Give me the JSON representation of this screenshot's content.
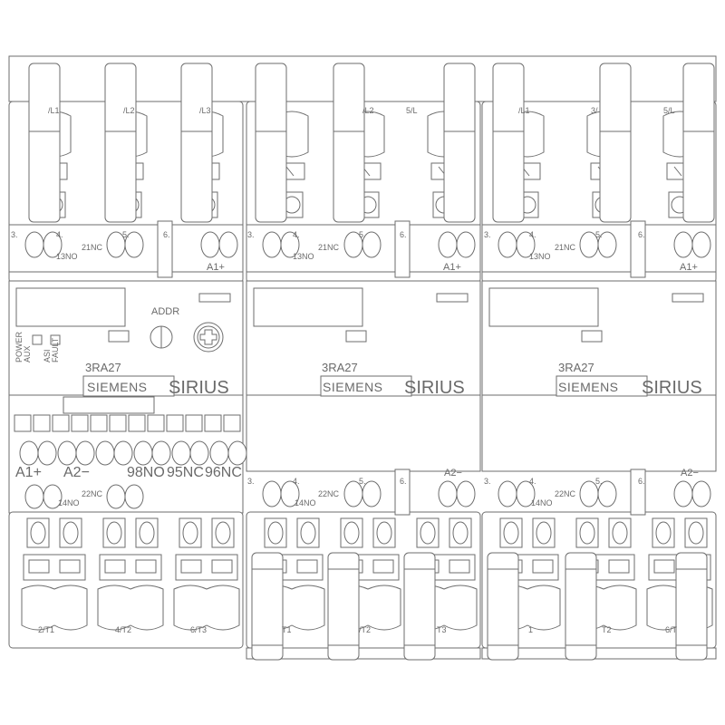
{
  "model": "3RA27",
  "brand": "SIEMENS",
  "series": "SIRIUS",
  "controls": {
    "addr": "ADDR"
  },
  "leds": {
    "power": "POWER",
    "aux": "AUX",
    "asi": "ASI",
    "fault": "FAULT"
  },
  "top_terminals": {
    "m1": [
      "/L1",
      "/L2",
      "/L3"
    ],
    "m2": [
      "/L2",
      "5/L"
    ],
    "m3": [
      "/L1",
      "3/",
      "5/L"
    ]
  },
  "aux_top": {
    "t3": "3.",
    "t4": "4.",
    "nc": "21NC",
    "no": "13NO",
    "t5": "5.",
    "t6": "6.",
    "coil": "A1+"
  },
  "aux_bottom": {
    "t3": "3.",
    "t4": "4.",
    "nc": "22NC",
    "no": "14NO",
    "t5": "5.",
    "t6": "6.",
    "coil": "A2−"
  },
  "control_terminals": [
    "A1+",
    "A2−",
    "98NO",
    "95NC",
    "96NC"
  ],
  "bottom_terminals": {
    "m1": [
      "2/T1",
      "4/T2",
      "6/T3"
    ],
    "m2": [
      "T1",
      "/T2",
      "T3"
    ],
    "m3": [
      "1",
      "T2",
      "6/T"
    ]
  },
  "colors": {
    "line": "#6e6e6e",
    "background": "#ffffff"
  }
}
